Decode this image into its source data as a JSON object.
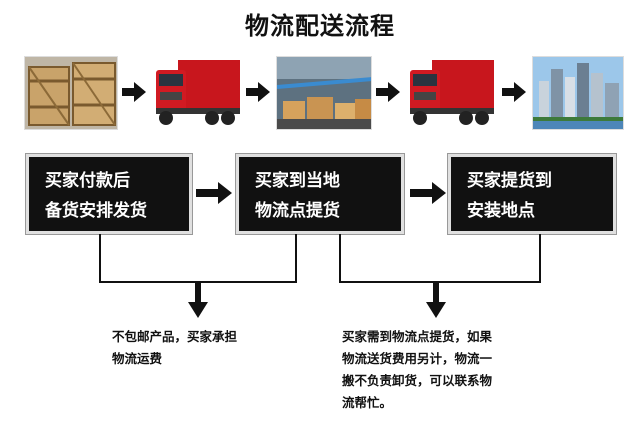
{
  "title": "物流配送流程",
  "photos": [
    {
      "name": "wooden-crates-photo"
    },
    {
      "name": "red-truck-photo"
    },
    {
      "name": "warehouse-boxes-photo"
    },
    {
      "name": "red-truck-photo-2"
    },
    {
      "name": "city-skyline-photo"
    }
  ],
  "steps": [
    {
      "line1": "买家付款后",
      "line2": "备货安排发货"
    },
    {
      "line1": "买家到当地",
      "line2": "物流点提货"
    },
    {
      "line1": "买家提货到",
      "line2": "安装地点"
    }
  ],
  "notes": [
    {
      "lines": [
        "不包邮产品，买家承担",
        "物流运费"
      ]
    },
    {
      "lines": [
        "买家需到物流点提货，如果",
        "物流送货费用另计，物流一",
        "搬不负责卸货，可以联系物",
        "流帮忙。"
      ]
    }
  ],
  "colors": {
    "box_bg": "#111111",
    "truck_red": "#c8161d"
  }
}
